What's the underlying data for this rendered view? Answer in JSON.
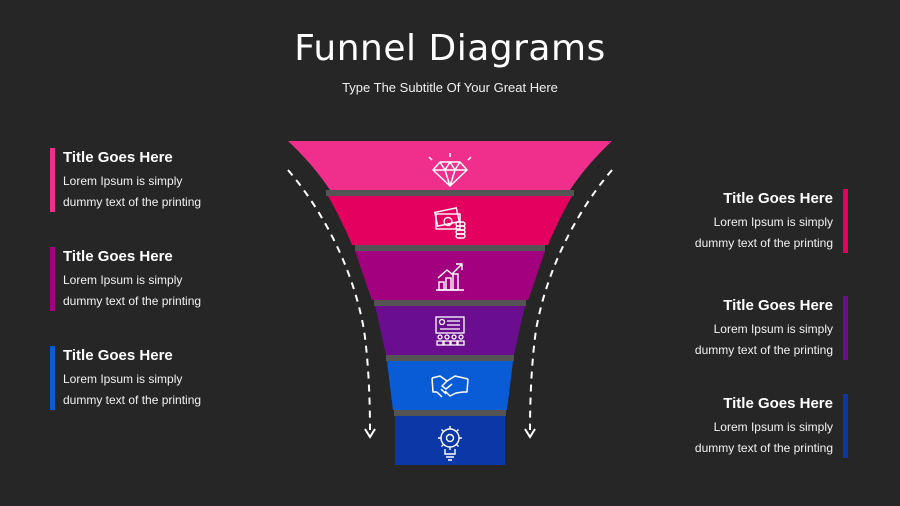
{
  "title": "Funnel Diagrams",
  "subtitle": "Type The Subtitle Of Your Great Here",
  "colors": {
    "background": "#262626",
    "stage1": "#f02f8c",
    "stage2": "#e3005f",
    "stage3": "#a2007f",
    "stage4": "#6a0d8e",
    "stage5": "#0a5bd6",
    "stage6": "#0b38a6",
    "separator": "#545454"
  },
  "stages": [
    {
      "icon": "diamond-icon"
    },
    {
      "icon": "money-icon"
    },
    {
      "icon": "growth-chart-icon"
    },
    {
      "icon": "presentation-icon"
    },
    {
      "icon": "handshake-icon"
    },
    {
      "icon": "lightbulb-gear-icon"
    }
  ],
  "left_cards": [
    {
      "title": "Title Goes Here",
      "line1": "Lorem Ipsum is simply",
      "line2": "dummy text of the printing"
    },
    {
      "title": "Title Goes Here",
      "line1": "Lorem Ipsum is simply",
      "line2": "dummy text of the printing"
    },
    {
      "title": "Title Goes Here",
      "line1": "Lorem Ipsum is simply",
      "line2": "dummy text of the printing"
    }
  ],
  "right_cards": [
    {
      "title": "Title Goes Here",
      "line1": "Lorem Ipsum is simply",
      "line2": "dummy text of the printing"
    },
    {
      "title": "Title Goes Here",
      "line1": "Lorem Ipsum is simply",
      "line2": "dummy text of the printing"
    },
    {
      "title": "Title Goes Here",
      "line1": "Lorem Ipsum is simply",
      "line2": "dummy text of the printing"
    }
  ]
}
